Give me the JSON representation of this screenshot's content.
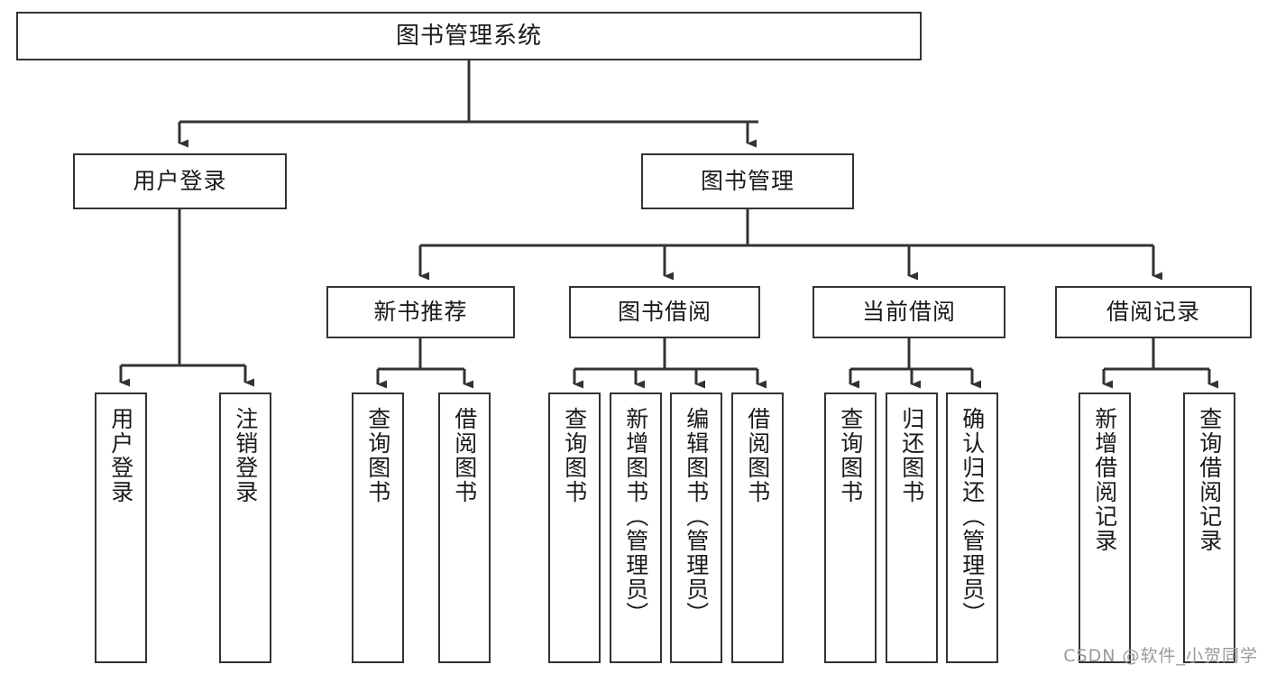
{
  "diagram": {
    "type": "tree-hierarchy-chart",
    "title": "图书管理系统",
    "orientation": "top-down",
    "colors": {
      "box_border": "#333333",
      "box_fill": "#ffffff",
      "edge": "#333333",
      "text": "#1a1a1a",
      "watermark": "#9a9a9a"
    }
  },
  "root": {
    "label": "图书管理系统"
  },
  "level2": [
    {
      "label": "用户登录"
    },
    {
      "label": "图书管理"
    }
  ],
  "level3": [
    {
      "label": "新书推荐"
    },
    {
      "label": "图书借阅"
    },
    {
      "label": "当前借阅"
    },
    {
      "label": "借阅记录"
    }
  ],
  "leaves": {
    "user_login": [
      {
        "label": "用户登录"
      },
      {
        "label": "注销登录"
      }
    ],
    "new_book_recommend": [
      {
        "label": "查询图书"
      },
      {
        "label": "借阅图书"
      }
    ],
    "book_borrow": [
      {
        "label": "查询图书"
      },
      {
        "label": "新增图书（管理员）"
      },
      {
        "label": "编辑图书（管理员）"
      },
      {
        "label": "借阅图书"
      }
    ],
    "current_borrow": [
      {
        "label": "查询图书"
      },
      {
        "label": "归还图书"
      },
      {
        "label": "确认归还（管理员）"
      }
    ],
    "borrow_records": [
      {
        "label": "新增借阅记录"
      },
      {
        "label": "查询借阅记录"
      }
    ]
  },
  "watermark": {
    "text": "CSDN @软件_小贺同学"
  }
}
